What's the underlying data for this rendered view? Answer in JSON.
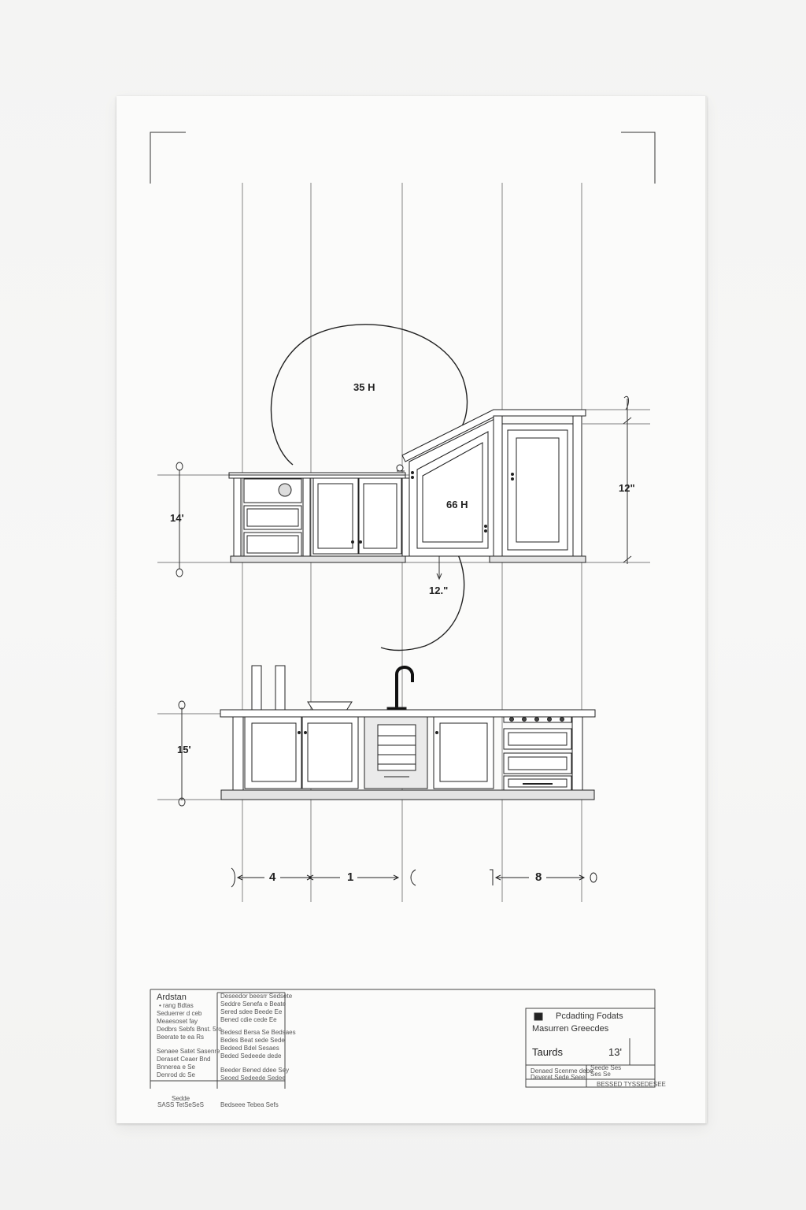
{
  "dimensions": {
    "upper_arc": "35 H",
    "inner_arc": "66 H",
    "right_height": "12\"",
    "left_height": "14'",
    "below_label": "12.\"",
    "lower_height": "15'"
  },
  "segments": [
    "4",
    "1",
    "8"
  ],
  "title_block": {
    "left_heading": "Ardstan",
    "left_lines": [
      "• rang Bdtas",
      "Seduerrer d ceb",
      "Meaesoset fay",
      "Dedbrs Sebfs Bnst. 5ro",
      "Beerate te ea Rs"
    ],
    "left_lines_2": [
      "Senaee Satet Sasenre",
      "Deraset Ceaer Bnd",
      "Bnnerea e Se",
      "Denrod dc Se"
    ],
    "left_footer_a": "Sedde",
    "left_footer_b": "SASS TetSeSeS",
    "mid_lines": [
      "Deseedor beesrr Sedsete",
      "Seddre Senefa e Beate",
      "Sered sdee Beede Ee",
      "Bened cdie cede Ee"
    ],
    "mid_lines_2": [
      "Bedesd Bersa Se Bedsaes",
      "Bedes Beat sede Sede",
      "Bedeed Bdel Sesaes",
      "Beded Sedeede dede"
    ],
    "mid_lines_3": [
      "Beeder Bened ddee Sey",
      "Seoed Sedeede Sedee",
      "Bedseee Tebea Sefs"
    ],
    "right_line1": "Pcdadting Fodats",
    "right_line2": "Masurren Greecdes",
    "right_name": "Taurds",
    "right_num": "13'",
    "right_small_1": "Denaed  Scenme debe",
    "right_small_2": "Deveret  Sede Seee",
    "right_small_3": "Seede Ses",
    "right_small_4": "Ses Se",
    "right_footer": "BESSED TYSSEDESEE"
  }
}
